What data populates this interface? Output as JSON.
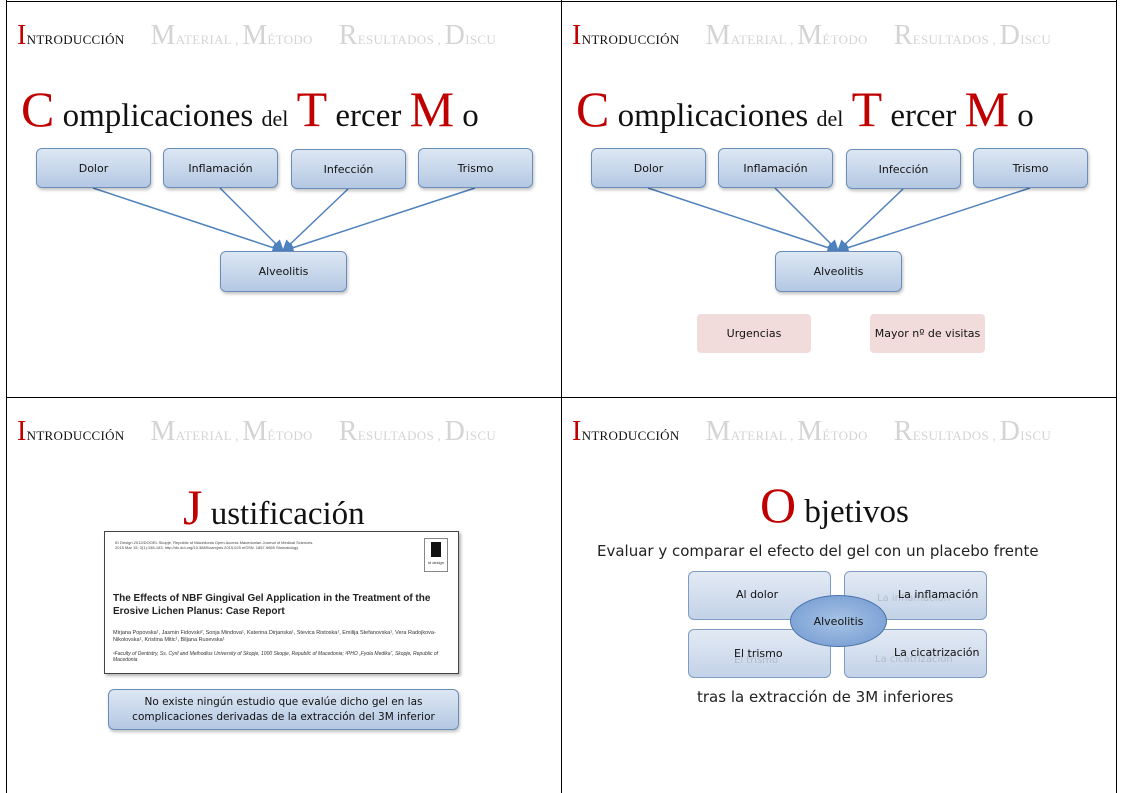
{
  "nav": {
    "intro": {
      "cap": "I",
      "rest": "NTRODUCCIÓN"
    },
    "material": {
      "cap": "M",
      "rest": "ATERIAL ,"
    },
    "metodo": {
      "cap": "M",
      "rest": "ÉTODO"
    },
    "resultados": {
      "cap": "R",
      "rest": "ESULTADOS ,"
    },
    "disc": {
      "cap": "D",
      "rest": "ISCU"
    }
  },
  "slide1": {
    "title": {
      "c1": "C",
      "t1": "omplicaciones",
      "t2": "del",
      "c2": "T",
      "t3": "ercer",
      "c3": "M",
      "t4": "o"
    },
    "boxes": [
      "Dolor",
      "Inflamación",
      "Infección",
      "Trismo"
    ],
    "center": "Alveolitis"
  },
  "slide2": {
    "title": {
      "c1": "C",
      "t1": "omplicaciones",
      "t2": "del",
      "c2": "T",
      "t3": "ercer",
      "c3": "M",
      "t4": "o"
    },
    "boxes": [
      "Dolor",
      "Inflamación",
      "Infección",
      "Trismo"
    ],
    "center": "Alveolitis",
    "pink": [
      "Urgencias",
      "Mayor nº de visitas"
    ]
  },
  "slide3": {
    "title": {
      "c1": "J",
      "t1": "ustificación"
    },
    "paper": {
      "meta": "ID Design 2012/DOOEL Skopje, Republic of Macedonia Open Access Macedonian Journal of Medical Sciences. 2015 Mar 15; 3(1):158-163. http://dx.doi.org/10.3889/oamjms.2015.025 eISSN: 1857-9655 Stomatology",
      "title": "The Effects of NBF Gingival Gel Application in the Treatment of the Erosive Lichen Planus: Case Report",
      "authors": "Mirjana Popovska¹, Jasmin Fidovski², Sonja Mindova¹, Katerina Dirjanska¹, Stevica Ristoska¹, Emilija Stefanovska¹, Vera Radojkova-Nikolovska¹, Kristina Mitic¹, Biljana Rusevska¹",
      "affil": "¹Faculty of Dentistry, Ss. Cyril and Methodius University of Skopje, 1000 Skopje, Republic of Macedonia; ²PHO „Fyola Medika“, Skopje, Republic of Macedonia",
      "logo_text": "id design"
    },
    "note": "No existe ningún estudio que evalúe dicho gel en las complicaciones derivadas de la extracción del 3M inferior"
  },
  "slide4": {
    "title": {
      "c1": "O",
      "t1": "bjetivos"
    },
    "line1": "Evaluar y comparar el efecto del gel con un placebo frente",
    "quads": [
      "Al dolor",
      "La inflamación",
      "El trismo",
      "La cicatrización"
    ],
    "ghosts": [
      "La inflamación",
      "El trismo",
      "La cicatrización"
    ],
    "center": "Alveolitis",
    "line2": "tras la extracción de 3M inferiores"
  }
}
